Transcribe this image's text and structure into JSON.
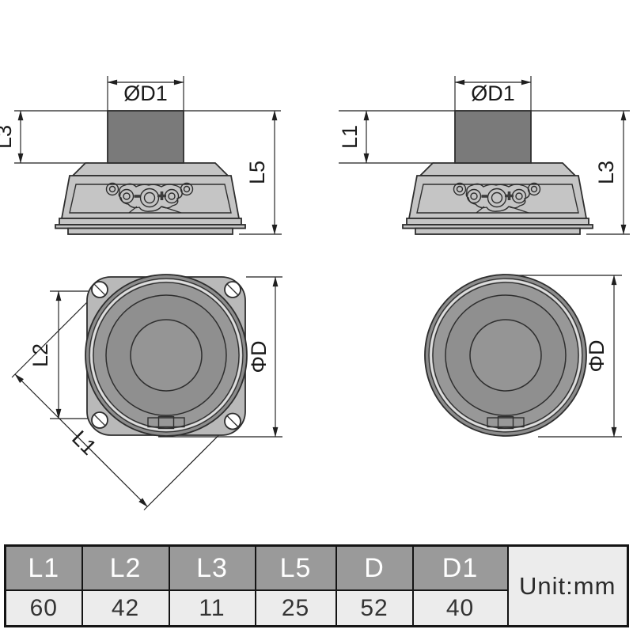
{
  "colors": {
    "line": "#2e2e2e",
    "magnet_fill": "#7a7a7a",
    "body_fill": "#c5c5c5",
    "frame_fill": "#b9b9b9",
    "gasket_fill": "#8c8c8c",
    "mid_ring_fill": "#989898",
    "cone_fill": "#8f8f8f",
    "dome_fill": "#959595",
    "light_ring": "#dedede",
    "hole_fill": "#ffffff",
    "table_header_bg": "#9a9a9a",
    "table_cell_bg": "#ececec"
  },
  "views": {
    "side_left": {
      "dim_diameter_label": "ØD1",
      "dim_magnet_height_label": "L3",
      "dim_total_height_label": "L5"
    },
    "side_right": {
      "dim_diameter_label": "ØD1",
      "dim_magnet_height_label": "L1",
      "dim_total_height_label": "L3"
    },
    "front_square": {
      "dim_hole_span_label": "L2",
      "dim_diagonal_label": "L1",
      "dim_diameter_label": "ΦD"
    },
    "front_round": {
      "dim_diameter_label": "ΦD"
    }
  },
  "table": {
    "unit_label": "Unit:mm",
    "columns": [
      {
        "label": "L1",
        "value": "60"
      },
      {
        "label": "L2",
        "value": "42"
      },
      {
        "label": "L3",
        "value": "11"
      },
      {
        "label": "L5",
        "value": "25"
      },
      {
        "label": "D",
        "value": "52"
      },
      {
        "label": "D1",
        "value": "40"
      }
    ]
  }
}
